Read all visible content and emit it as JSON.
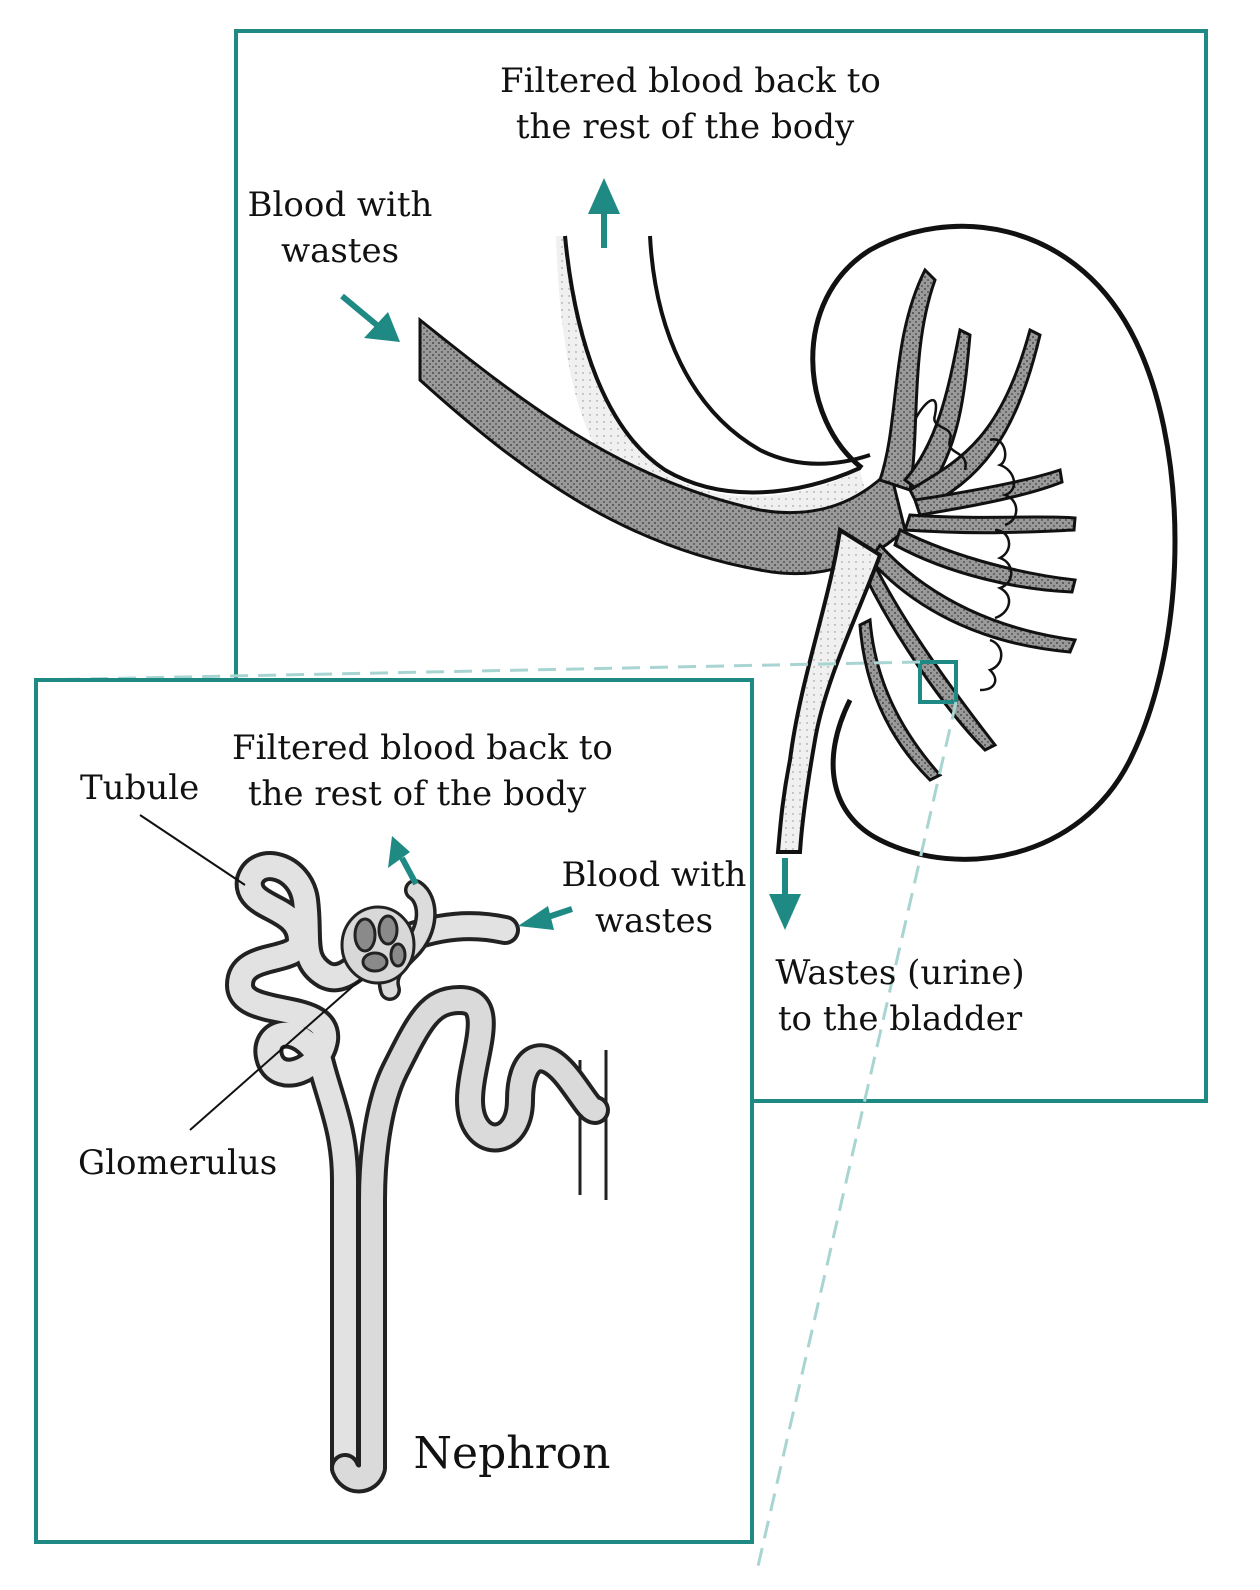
{
  "colors": {
    "frame": "#1f8a84",
    "arrow": "#1f8a84",
    "zoom_dash": "#a8d5d2",
    "ink": "#111111",
    "vessel_fill": "#8f8f8f",
    "vessel_light": "#e6e6e6"
  },
  "kidney_panel": {
    "filtered_out": {
      "line1": "Filtered blood back to",
      "line2": "the rest of the body"
    },
    "blood_in": {
      "line1": "Blood with",
      "line2": "wastes"
    },
    "urine_out": {
      "line1": "Wastes (urine)",
      "line2": "to the bladder"
    }
  },
  "nephron_panel": {
    "title": "Nephron",
    "tubule": "Tubule",
    "glomerulus": "Glomerulus",
    "filtered_out": {
      "line1": "Filtered blood back to",
      "line2": "the rest of the body"
    },
    "blood_in": {
      "line1": "Blood with",
      "line2": "wastes"
    }
  },
  "icons": [
    "arrow-up-icon",
    "arrow-down-right-icon",
    "arrow-down-icon",
    "arrow-left-icon",
    "arrow-up-left-icon"
  ]
}
